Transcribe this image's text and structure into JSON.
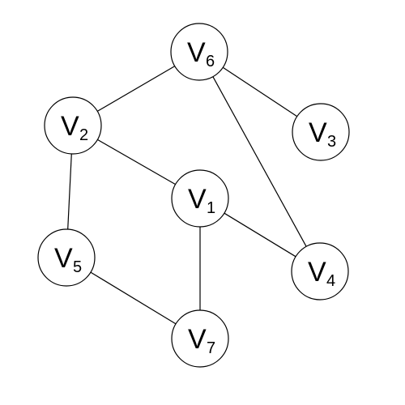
{
  "diagram": {
    "type": "undirected-graph",
    "nodes": [
      {
        "id": "v6",
        "letter": "V",
        "sub": "6"
      },
      {
        "id": "v2",
        "letter": "V",
        "sub": "2"
      },
      {
        "id": "v3",
        "letter": "V",
        "sub": "3"
      },
      {
        "id": "v1",
        "letter": "V",
        "sub": "1"
      },
      {
        "id": "v5",
        "letter": "V",
        "sub": "5"
      },
      {
        "id": "v4",
        "letter": "V",
        "sub": "4"
      },
      {
        "id": "v7",
        "letter": "V",
        "sub": "7"
      }
    ],
    "edges": [
      {
        "from": "v6",
        "to": "v2"
      },
      {
        "from": "v6",
        "to": "v3"
      },
      {
        "from": "v6",
        "to": "v4"
      },
      {
        "from": "v2",
        "to": "v1"
      },
      {
        "from": "v2",
        "to": "v5"
      },
      {
        "from": "v1",
        "to": "v4"
      },
      {
        "from": "v1",
        "to": "v7"
      },
      {
        "from": "v5",
        "to": "v7"
      }
    ],
    "colors": {
      "stroke": "#000000",
      "fill": "#ffffff",
      "text": "#000000"
    }
  }
}
